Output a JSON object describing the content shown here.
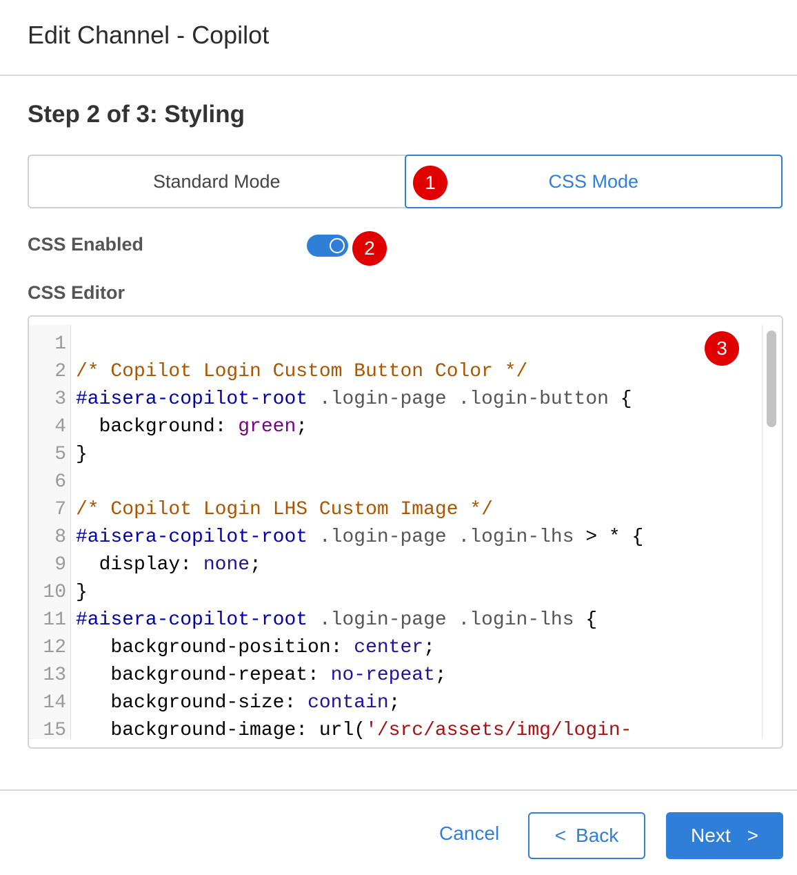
{
  "header": {
    "title": "Edit Channel - Copilot"
  },
  "step": {
    "title": "Step 2 of 3: Styling"
  },
  "mode_toggle": {
    "options": [
      {
        "label": "Standard Mode",
        "active": false
      },
      {
        "label": "CSS Mode",
        "active": true
      }
    ]
  },
  "annotations": [
    "1",
    "2",
    "3"
  ],
  "css_enabled": {
    "label": "CSS Enabled",
    "on": true
  },
  "css_editor": {
    "label": "CSS Editor",
    "lines": [
      {
        "num": "1",
        "tokens": []
      },
      {
        "num": "2",
        "tokens": [
          {
            "t": "/* Copilot Login Custom Button Color */",
            "k": "comment"
          }
        ]
      },
      {
        "num": "3",
        "tokens": [
          {
            "t": "#aisera-copilot-root",
            "k": "id"
          },
          {
            "t": " .login-page .login-button ",
            "k": "class"
          },
          {
            "t": "{",
            "k": "plain"
          }
        ]
      },
      {
        "num": "4",
        "tokens": [
          {
            "t": "  background: ",
            "k": "plain"
          },
          {
            "t": "green",
            "k": "color"
          },
          {
            "t": ";",
            "k": "plain"
          }
        ]
      },
      {
        "num": "5",
        "tokens": [
          {
            "t": "}",
            "k": "plain"
          }
        ]
      },
      {
        "num": "6",
        "tokens": []
      },
      {
        "num": "7",
        "tokens": [
          {
            "t": "/* Copilot Login LHS Custom Image */",
            "k": "comment"
          }
        ]
      },
      {
        "num": "8",
        "tokens": [
          {
            "t": "#aisera-copilot-root",
            "k": "id"
          },
          {
            "t": " .login-page .login-lhs ",
            "k": "class"
          },
          {
            "t": "> * {",
            "k": "plain"
          }
        ]
      },
      {
        "num": "9",
        "tokens": [
          {
            "t": "  display: ",
            "k": "plain"
          },
          {
            "t": "none",
            "k": "value"
          },
          {
            "t": ";",
            "k": "plain"
          }
        ]
      },
      {
        "num": "10",
        "tokens": [
          {
            "t": "}",
            "k": "plain"
          }
        ]
      },
      {
        "num": "11",
        "tokens": [
          {
            "t": "#aisera-copilot-root",
            "k": "id"
          },
          {
            "t": " .login-page .login-lhs ",
            "k": "class"
          },
          {
            "t": "{",
            "k": "plain"
          }
        ]
      },
      {
        "num": "12",
        "tokens": [
          {
            "t": "   background-position: ",
            "k": "plain"
          },
          {
            "t": "center",
            "k": "value"
          },
          {
            "t": ";",
            "k": "plain"
          }
        ]
      },
      {
        "num": "13",
        "tokens": [
          {
            "t": "   background-repeat: ",
            "k": "plain"
          },
          {
            "t": "no-repeat",
            "k": "value"
          },
          {
            "t": ";",
            "k": "plain"
          }
        ]
      },
      {
        "num": "14",
        "tokens": [
          {
            "t": "   background-size: ",
            "k": "plain"
          },
          {
            "t": "contain",
            "k": "value"
          },
          {
            "t": ";",
            "k": "plain"
          }
        ]
      },
      {
        "num": "15",
        "tokens": [
          {
            "t": "   background-image: url(",
            "k": "plain"
          },
          {
            "t": "'/src/assets/img/login-",
            "k": "string"
          }
        ]
      }
    ]
  },
  "footer": {
    "cancel_label": "Cancel",
    "back_label": "Back",
    "back_arrow": "<",
    "next_label": "Next",
    "next_arrow": ">"
  },
  "colors": {
    "accent": "#2f7ed8",
    "badge": "#e00000"
  }
}
